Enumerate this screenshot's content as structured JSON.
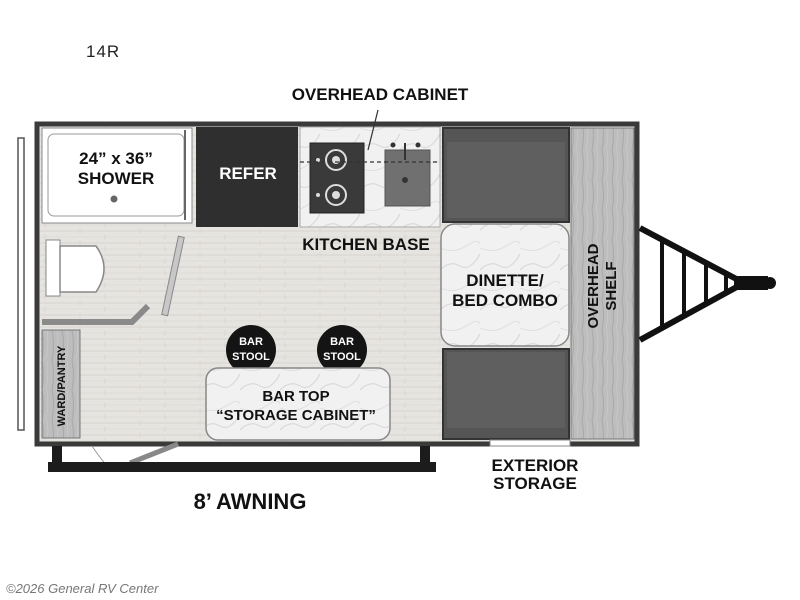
{
  "floorplan": {
    "model": "14R",
    "labels": {
      "overhead_cabinet": "OVERHEAD CABINET",
      "shower_line1": "24” x 36”",
      "shower_line2": "SHOWER",
      "refer": "REFER",
      "kitchen_base": "KITCHEN BASE",
      "dinette_line1": "DINETTE/",
      "dinette_line2": "BED COMBO",
      "overhead_shelf_line1": "OVERHEAD",
      "overhead_shelf_line2": "SHELF",
      "ward_pantry": "WARD/PANTRY",
      "bar_stool_1_line1": "BAR",
      "bar_stool_1_line2": "STOOL",
      "bar_stool_2_line1": "BAR",
      "bar_stool_2_line2": "STOOL",
      "bar_top_line1": "BAR TOP",
      "bar_top_line2": "“STORAGE CABINET”",
      "awning": "8’ AWNING",
      "exterior_storage_line1": "EXTERIOR",
      "exterior_storage_line2": "STORAGE"
    },
    "colors": {
      "wall": "#3a3a3a",
      "floor": "#e4e2de",
      "refer": "#2f2f2f",
      "cushion": "#555555",
      "shelf": "#b9b9b9"
    }
  },
  "watermark": "©2026 General RV Center"
}
